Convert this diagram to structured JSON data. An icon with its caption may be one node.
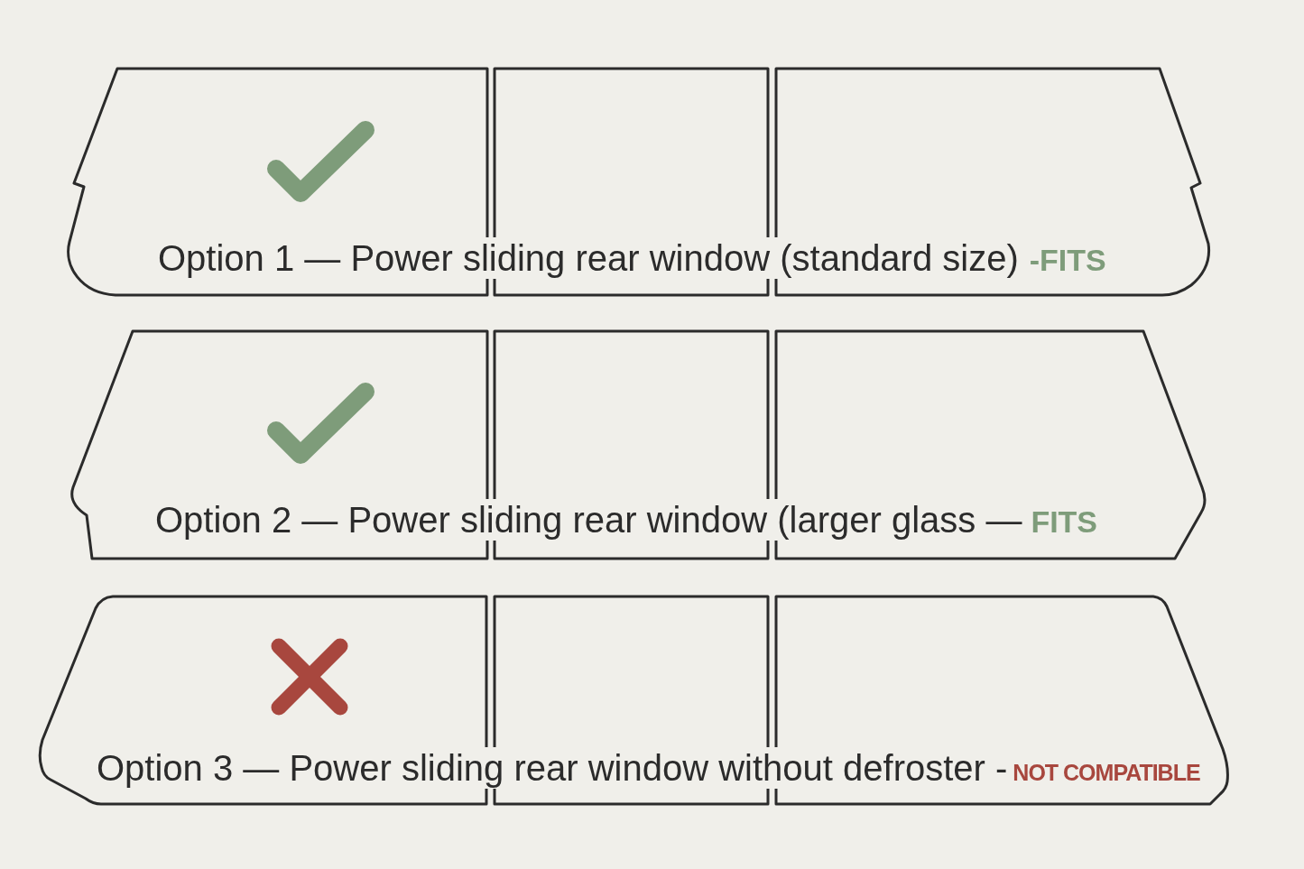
{
  "diagram": {
    "nodes": [
      {
        "text": [
          "Option 1 — Power sliding rear window (standard size)",
          "-FITS"
        ]
      },
      {
        "text": [
          "Option 2 — Power sliding rear window (larger glass —",
          "FITS"
        ]
      },
      {
        "text": [
          "Option 3 — Power sliding rear window without defroster -",
          "NOT COMPATIBLE"
        ]
      }
    ]
  }
}
